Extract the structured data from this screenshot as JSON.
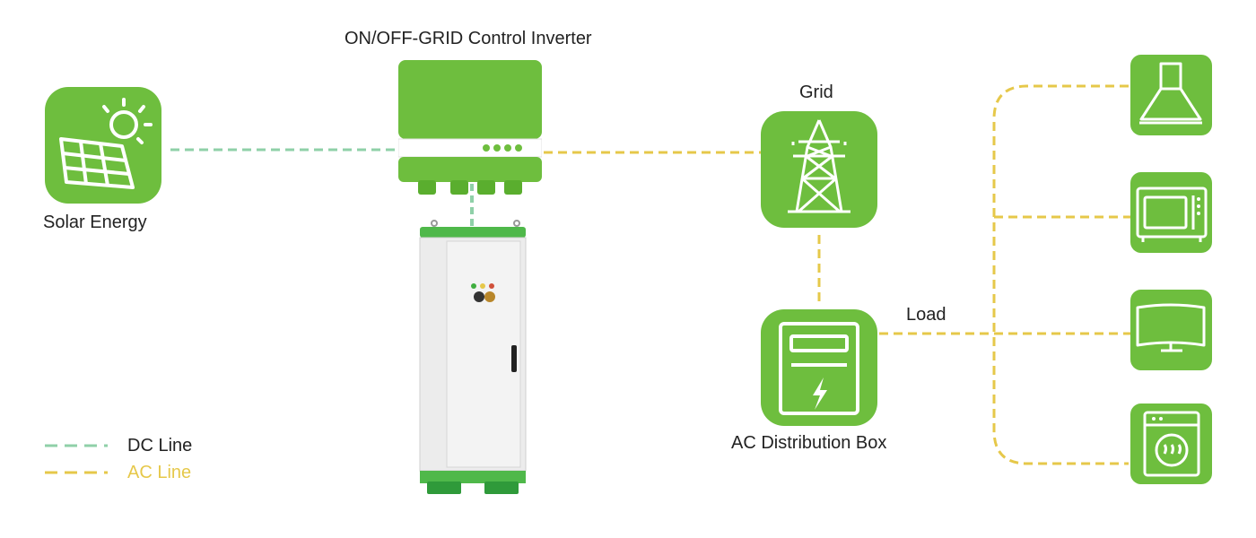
{
  "colors": {
    "green": "#6ebe3e",
    "dc_line": "#8fd0a8",
    "ac_line": "#e6c84a"
  },
  "labels": {
    "inverter": "ON/OFF-GRID Control Inverter",
    "solar": "Solar Energy",
    "grid": "Grid",
    "load": "Load",
    "ac_box": "AC Distribution Box"
  },
  "legend": {
    "dc": "DC Line",
    "ac": "AC Line"
  },
  "icons": {
    "solar": "solar-panel-icon",
    "grid": "power-tower-icon",
    "ac_box": "distribution-box-icon",
    "loads": [
      "range-hood-icon",
      "microwave-icon",
      "tv-icon",
      "washing-machine-icon"
    ]
  }
}
